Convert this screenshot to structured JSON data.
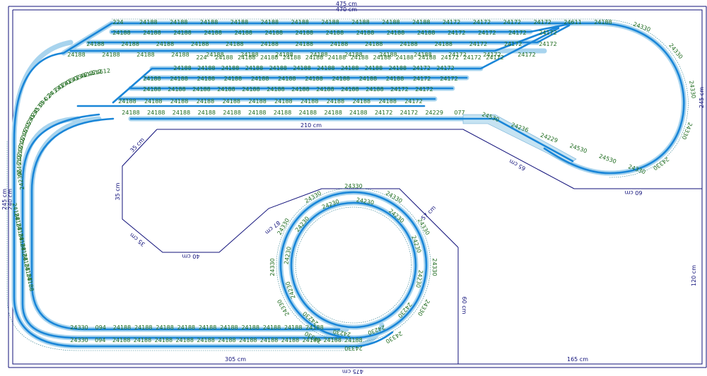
{
  "dimensions": {
    "top_outer": "475 cm",
    "top_inner": "470 cm",
    "left_outer": "245 cm",
    "left_inner": "240 cm",
    "right_upper": "245 cm",
    "right_lower": "120 cm",
    "right_step": "60 cm",
    "bottom_left": "305 cm",
    "bottom_right": "165 cm",
    "bottom_outer": "475 cm",
    "opening_top": "210 cm",
    "opening_diag_top_left": "35 cm",
    "opening_left": "35 cm",
    "opening_diag_bottom_left": "35 cm",
    "opening_bottom": "40 cm",
    "opening_diag_right": "87 cm",
    "opening_diag_upper_right": "65 cm",
    "loop_top": "50 cm",
    "loop_diag": "57 cm",
    "loop_vertical": "60 cm"
  },
  "colors": {
    "track": "#1a86d8",
    "track_bed": "#a8d4ee",
    "ramp": "#c6e3f2",
    "dimension": "#10107a",
    "part_label": "#1e6b1e"
  },
  "part_labels": {
    "top_row": [
      "224",
      "24188",
      "24188",
      "24188",
      "24188",
      "24188",
      "24188",
      "24188",
      "24188",
      "24188",
      "24188",
      "24172",
      "24172",
      "24172",
      "24172",
      "24611",
      "24188"
    ],
    "siding_1": [
      "24188",
      "24188",
      "24188",
      "24188",
      "24188",
      "24188",
      "24188",
      "24188",
      "24188",
      "24188",
      "24188",
      "24172",
      "24172",
      "24172",
      "24172"
    ],
    "siding_2": [
      "24188",
      "24188",
      "24188",
      "24188",
      "24188",
      "24188",
      "24188",
      "24188",
      "24188",
      "24188",
      "24188",
      "24172",
      "24172",
      "24172"
    ],
    "siding_3": [
      "24188",
      "24188",
      "24188",
      "24188",
      "24188",
      "24188",
      "24188",
      "24188",
      "24188",
      "24188",
      "24188",
      "24172",
      "24172",
      "24172"
    ],
    "yard2_row_0": [
      "224",
      "24188",
      "24188",
      "24188",
      "24188",
      "24188",
      "24188",
      "24188",
      "24188",
      "24188",
      "24188",
      "24172",
      "24172",
      "24172"
    ],
    "yard2_row_1": [
      "24188",
      "24188",
      "24188",
      "24188",
      "24188",
      "24188",
      "24188",
      "24188",
      "24188",
      "24188",
      "24172",
      "24172"
    ],
    "yard2_row_2": [
      "24188",
      "24188",
      "24188",
      "24188",
      "24188",
      "24188",
      "24188",
      "24188",
      "24188",
      "24188",
      "24172",
      "24172"
    ],
    "yard2_row_3": [
      "24188",
      "24188",
      "24188",
      "24188",
      "24188",
      "24188",
      "24188",
      "24188",
      "24188",
      "24188",
      "24172",
      "24172"
    ],
    "yard2_row_4": [
      "24188",
      "24188",
      "24188",
      "24188",
      "24188",
      "24188",
      "24188",
      "24188",
      "24188",
      "24188",
      "24188",
      "24172"
    ],
    "main_line": [
      "24188",
      "24188",
      "24188",
      "24188",
      "24188",
      "24188",
      "24188",
      "24188",
      "24188",
      "24188",
      "24172",
      "24172",
      "24229",
      "077"
    ],
    "ramp": [
      "24530",
      "24236",
      "24229",
      "24530",
      "24530",
      "24330"
    ],
    "right_curve": [
      "24330",
      "24330",
      "24330",
      "24330",
      "24330"
    ],
    "left_curve": [
      "24230",
      "96",
      "24612",
      "24612",
      "24612",
      "24612",
      "24612",
      "24530",
      "24530",
      "24530",
      "094",
      "024",
      "24330",
      "24330",
      "24330",
      "24330",
      "24612",
      "24612",
      "24612"
    ],
    "left_vertical": [
      "24188",
      "24188",
      "24188",
      "24188",
      "24188",
      "24188",
      "24188",
      "24188"
    ],
    "bottom_row_1": [
      "24330",
      "094",
      "24188",
      "24188",
      "24188",
      "24188",
      "24188",
      "24188",
      "24188",
      "24188",
      "24188",
      "24188"
    ],
    "bottom_row_2": [
      "24330",
      "094",
      "24188",
      "24188",
      "24188",
      "24188",
      "24188",
      "24188",
      "24188",
      "24188",
      "24188",
      "24188",
      "24188",
      "24188"
    ],
    "loop_outer": [
      "24330",
      "24330",
      "24330",
      "24330",
      "24330",
      "24330",
      "24330",
      "24330",
      "24330",
      "24330",
      "24330",
      "24330"
    ],
    "loop_inner": [
      "24230",
      "24230",
      "24230",
      "24230",
      "24230",
      "24230",
      "24230",
      "24230",
      "24230",
      "24230",
      "24230",
      "24230"
    ]
  }
}
